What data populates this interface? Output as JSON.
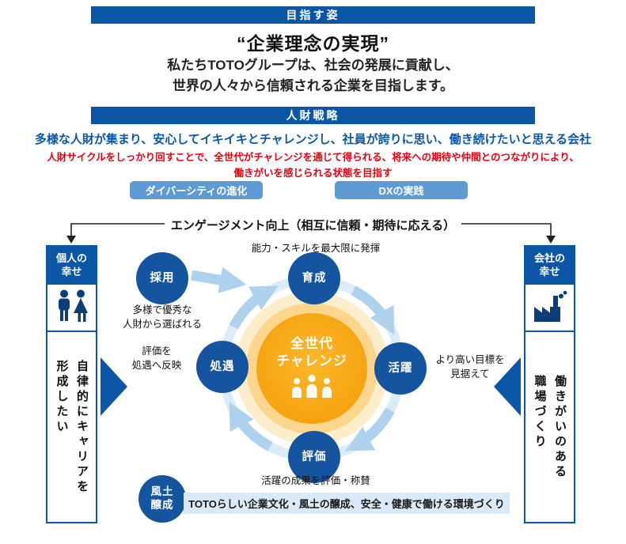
{
  "palette": {
    "primary_blue": "#0b57a5",
    "accent_red": "#e60012",
    "cycle_orange": "#f6a30f",
    "arrow_light_blue": "#aed2ee",
    "pill_blue": "#5f9bd3",
    "banner_light_blue": "#d9e9f7"
  },
  "header": {
    "goal_banner": "目指す姿",
    "vision_title": "“企業理念の実現”",
    "vision_body": "私たちTOTOグループは、社会の発展に貢献し、\n世界の人々から信頼される企業を目指します。",
    "strategy_banner": "人財戦略",
    "strategy_lead": "多様な人財が集まり、安心してイキイキとチャレンジし、社員が誇りに思い、働き続けたいと思える会社",
    "strategy_sub": "人財サイクルをしっかり回すことで、全世代がチャレンジを通じて得られる、将来への期待や仲間とのつながりにより、\n働きがいを感じられる状態を目指す",
    "pills": [
      "ダイバーシティの進化",
      "DXの実践"
    ]
  },
  "engagement_label": "エンゲージメント向上（相互に信頼・期待に応える）",
  "left_box": {
    "title": "個人の\n幸せ",
    "body": "自律的にキャリアを\n形成したい",
    "icon": "people-icon"
  },
  "right_box": {
    "title": "会社の\n幸せ",
    "body": "働きがいのある\n職場づくり",
    "icon": "factory-icon"
  },
  "cycle": {
    "center_label": "全世代\nチャレンジ",
    "center_icon": "people-group-icon",
    "nodes": {
      "saiyo": {
        "label": "採用",
        "note": "多様で優秀な\n人財から選ばれる"
      },
      "ikusei": {
        "label": "育成",
        "note": "能力・スキルを最大限に発揮"
      },
      "katsuyaku": {
        "label": "活躍",
        "note": "より高い目標を\n見据えて"
      },
      "hyoka": {
        "label": "評価",
        "note": "活躍の成果を評価・称賛"
      },
      "shogu": {
        "label": "処遇",
        "note": "評価を\n処遇へ反映"
      }
    },
    "culture": {
      "label": "風土\n醸成",
      "banner": "TOTOらしい企業文化・風土の醸成、安全・健康で働ける環境づくり"
    }
  }
}
